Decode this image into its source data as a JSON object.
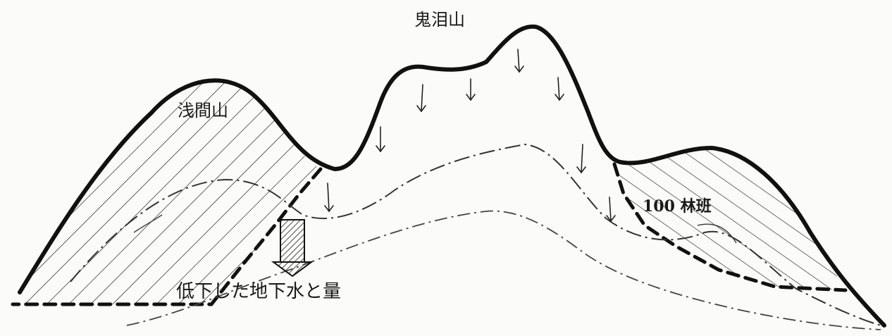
{
  "labels": {
    "peak_main": "鬼泪山",
    "peak_left": "浅間山",
    "forest_block": "100 林班",
    "groundwater_note": "低下した地下水と量"
  }
}
